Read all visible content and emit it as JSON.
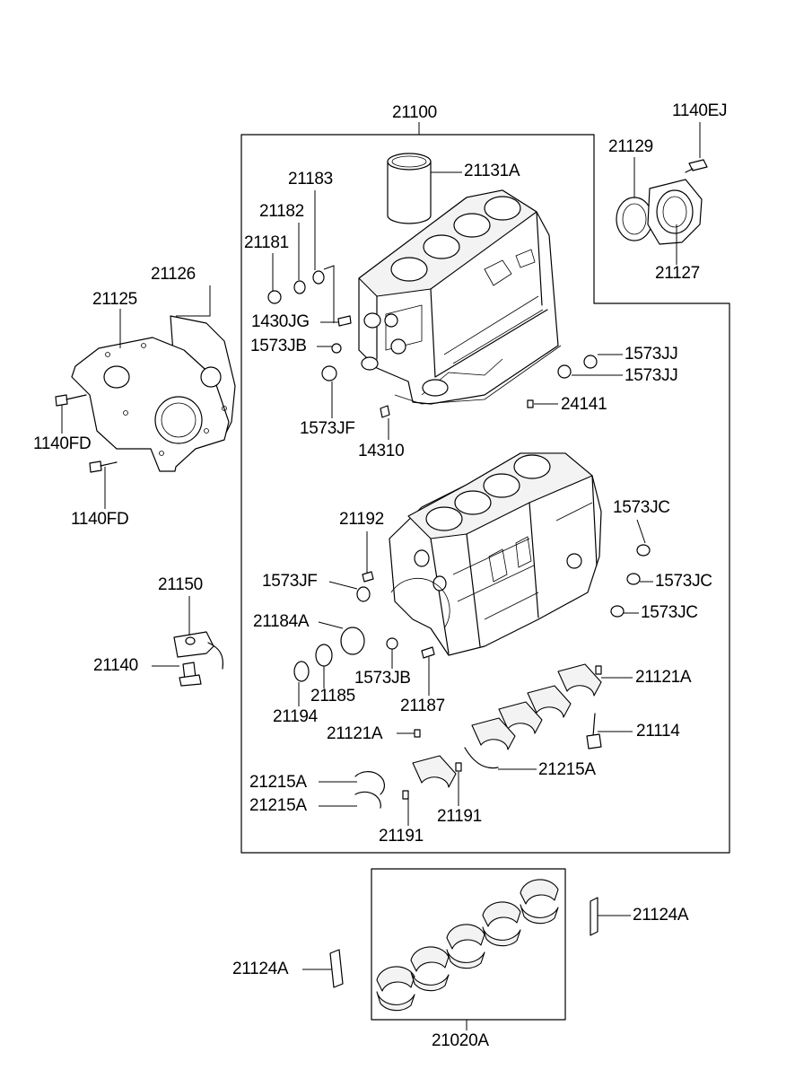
{
  "diagram": {
    "labels": {
      "p21100": "21100",
      "p1140EJ": "1140EJ",
      "p21129": "21129",
      "p21131A": "21131A",
      "p21183": "21183",
      "p21182": "21182",
      "p21181": "21181",
      "p21126": "21126",
      "p21125": "21125",
      "p21127": "21127",
      "p1430JG": "1430JG",
      "p1573JB_top": "1573JB",
      "p1573JJ_a": "1573JJ",
      "p1573JJ_b": "1573JJ",
      "p24141": "24141",
      "p1140FD_a": "1140FD",
      "p1573JF_top": "1573JF",
      "p14310": "14310",
      "p1140FD_b": "1140FD",
      "p1573JC_a": "1573JC",
      "p21192": "21192",
      "p1573JF_mid": "1573JF",
      "p1573JC_b": "1573JC",
      "p21150": "21150",
      "p1573JC_c": "1573JC",
      "p21184A": "21184A",
      "p21140": "21140",
      "p1573JB_mid": "1573JB",
      "p21121A_a": "21121A",
      "p21185": "21185",
      "p21187": "21187",
      "p21194": "21194",
      "p21121A_b": "21121A",
      "p21114": "21114",
      "p21215A_a": "21215A",
      "p21215A_b": "21215A",
      "p21215A_c": "21215A",
      "p21191_a": "21191",
      "p21191_b": "21191",
      "p21124A_a": "21124A",
      "p21124A_b": "21124A",
      "p21020A": "21020A"
    }
  }
}
